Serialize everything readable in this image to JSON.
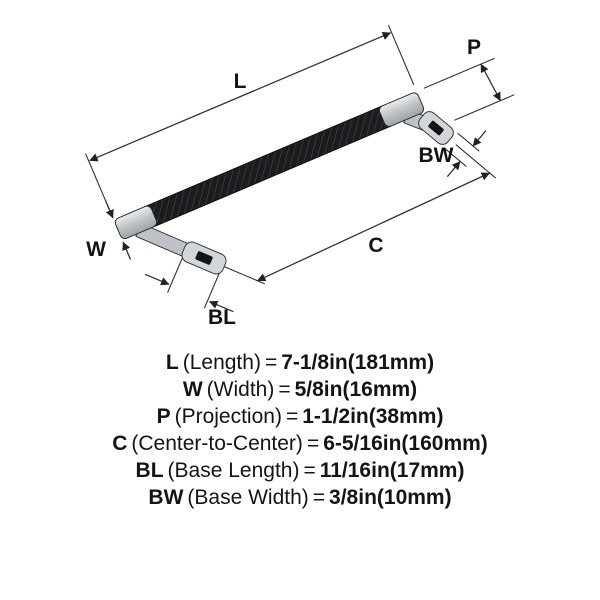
{
  "diagram": {
    "labels": {
      "L": "L",
      "P": "P",
      "BW": "BW",
      "C": "C",
      "W": "W",
      "BL": "BL"
    }
  },
  "specs": [
    {
      "abbr": "L",
      "label": "(Length)",
      "separator": "=",
      "value": "7-1/8in(181mm)"
    },
    {
      "abbr": "W",
      "label": "(Width)",
      "separator": "=",
      "value": "5/8in(16mm)"
    },
    {
      "abbr": "P",
      "label": "(Projection)",
      "separator": "=",
      "value": "1-1/2in(38mm)"
    },
    {
      "abbr": "C",
      "label": "(Center-to-Center)",
      "separator": "=",
      "value": "6-5/16in(160mm)"
    },
    {
      "abbr": "BL",
      "label": "(Base Length)",
      "separator": "=",
      "value": "11/16in(17mm)"
    },
    {
      "abbr": "BW",
      "label": "(Base Width)",
      "separator": "=",
      "value": "3/8in(10mm)"
    }
  ],
  "colors": {
    "line": "#333333",
    "text": "#141414",
    "metal": "#c9cdd1",
    "grip": "#1b1c1e"
  }
}
